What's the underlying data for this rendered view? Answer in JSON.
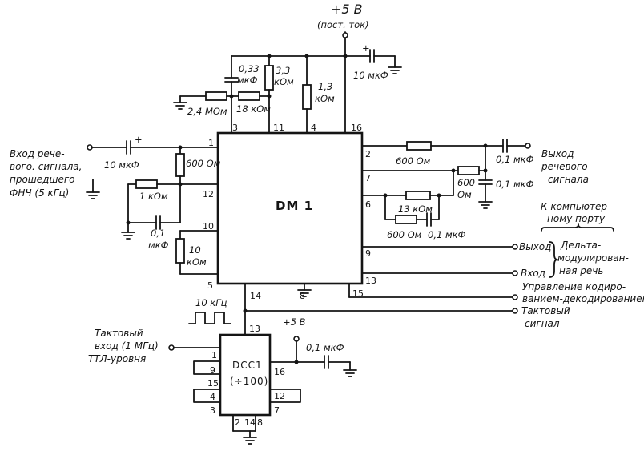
{
  "supply": {
    "voltage": "+5 В",
    "note": "(пост. ток)"
  },
  "supply2": {
    "voltage": "+5 В"
  },
  "chips": {
    "main": "DM 1",
    "counter": "DCC1",
    "counter_ratio": "(÷100)"
  },
  "components": {
    "c_033": "0,33",
    "c_033_unit": "мкФ",
    "r_33": "3,3",
    "r_33_unit": "кОм",
    "r_13": "1,3",
    "r_13_unit": "кОм",
    "c_10_supply": "10 мкФ",
    "r_24": "2,4 МОм",
    "r_18": "18 кОм",
    "c_10_in": "10 мкФ",
    "r_600_in": "600 Ом",
    "r_1k": "1 кОм",
    "c_01_left": "0,1",
    "c_01_left_unit": "мкФ",
    "r_10k": "10",
    "r_10k_unit": "кОм",
    "r_600_out": "600 Ом",
    "c_01_out1": "0,1 мкФ",
    "c_01_out2": "0,1 мкФ",
    "r_600_side": "600",
    "r_600_side_unit": "Ом",
    "r_13k": "13 кОм",
    "r_600_bot": "600 Ом",
    "c_01_bot": "0,1 мкФ",
    "clk_10k": "10 кГц",
    "c_01_dcc": "0,1 мкФ"
  },
  "labels": {
    "input_lines": [
      "Вход рече-",
      "вого. сигнала,",
      "прошедшего",
      "ФНЧ (5 кГц)"
    ],
    "output_lines": [
      "Выход",
      "речевого",
      "сигнала"
    ],
    "computer_lines": [
      "К компьютер-",
      "ному порту"
    ],
    "port_out": "Выход",
    "port_in": "Вход",
    "delta_lines": [
      "Дельта-",
      "модулирован-",
      "ная речь"
    ],
    "control_lines": [
      "Управление кодиро-",
      "ванием-декодированием"
    ],
    "clock_lines": [
      "Тактовый",
      "сигнал"
    ],
    "clock_in_lines": [
      "Тактовый",
      "вход (1 МГц)",
      "ТТЛ-уровня"
    ]
  },
  "pins": {
    "p1": "1",
    "p2": "2",
    "p3": "3",
    "p4": "4",
    "p5": "5",
    "p6": "6",
    "p7": "7",
    "p8": "8",
    "p9": "9",
    "p10": "10",
    "p11": "11",
    "p12": "12",
    "p13": "13",
    "p14": "14",
    "p15": "15",
    "p16": "16"
  },
  "dcc_pins": {
    "p1": "1",
    "p2": "2",
    "p3": "3",
    "p4": "4",
    "p7": "7",
    "p9": "9",
    "p12": "12",
    "p13": "13",
    "p14": "14",
    "p15": "15",
    "p16": "16",
    "p8": "8"
  }
}
